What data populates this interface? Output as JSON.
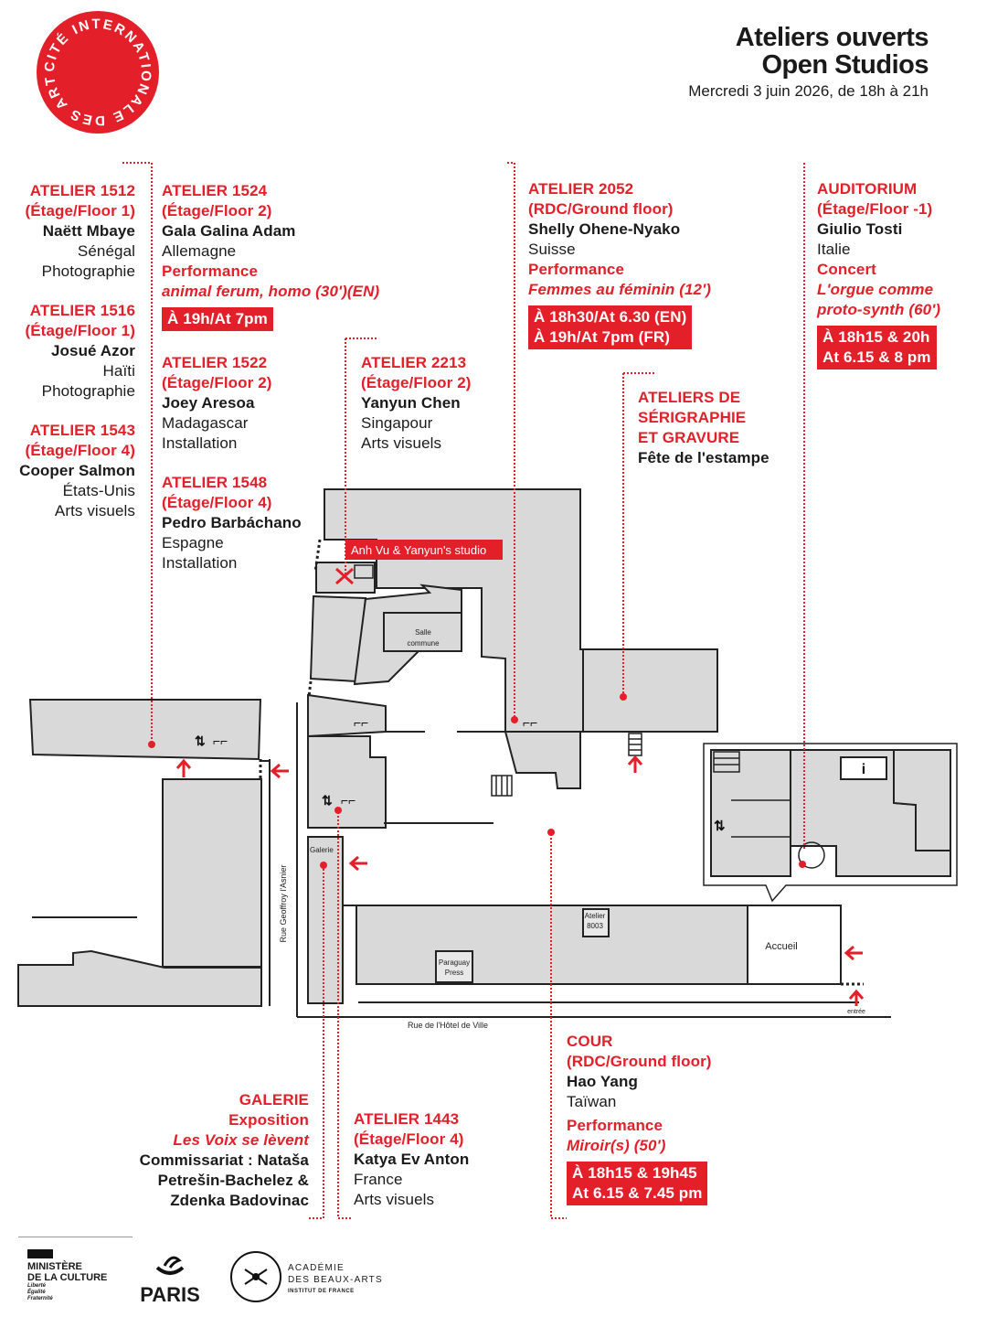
{
  "header": {
    "title_fr": "Ateliers ouverts",
    "title_en": "Open Studios",
    "date": "Mercredi 3 juin 2026, de 18h à 21h"
  },
  "logo": {
    "ring_text": "CITÉ INTERNATIONALE DES ARTS",
    "brand_color": "#e3202a"
  },
  "atelier_1512": {
    "title": "ATELIER 1512",
    "floor": "(Étage/Floor 1)",
    "artist": "Naëtt Mbaye",
    "country": "Sénégal",
    "discipline": "Photographie"
  },
  "atelier_1516": {
    "title": "ATELIER 1516",
    "floor": "(Étage/Floor 1)",
    "artist": "Josué Azor",
    "country": "Haïti",
    "discipline": "Photographie"
  },
  "atelier_1543": {
    "title": "ATELIER 1543",
    "floor": "(Étage/Floor 4)",
    "artist": "Cooper Salmon",
    "country": "États-Unis",
    "discipline": "Arts visuels"
  },
  "atelier_1524": {
    "title": "ATELIER 1524",
    "floor": "(Étage/Floor 2)",
    "artist": "Gala Galina Adam",
    "country": "Allemagne",
    "discipline": "Performance",
    "work": "animal ferum, homo (30')(EN)",
    "time": "À 19h/At 7pm"
  },
  "atelier_1522": {
    "title": "ATELIER 1522",
    "floor": "(Étage/Floor 2)",
    "artist": "Joey Aresoa",
    "country": "Madagascar",
    "discipline": "Installation"
  },
  "atelier_1548": {
    "title": "ATELIER 1548",
    "floor": "(Étage/Floor 4)",
    "artist": "Pedro Barbáchano",
    "country": "Espagne",
    "discipline": "Installation"
  },
  "atelier_2213": {
    "title": "ATELIER 2213",
    "floor": "(Étage/Floor 2)",
    "artist": "Yanyun Chen",
    "country": "Singapour",
    "discipline": "Arts visuels"
  },
  "atelier_2052": {
    "title": "ATELIER 2052",
    "floor": "(RDC/Ground floor)",
    "artist": "Shelly Ohene-Nyako",
    "country": "Suisse",
    "discipline": "Performance",
    "work": "Femmes au féminin (12')",
    "time_1": "À 18h30/At 6.30 (EN)",
    "time_2": "À 19h/At 7pm (FR)"
  },
  "serigraphie": {
    "title_1": "ATELIERS DE",
    "title_2": "SÉRIGRAPHIE",
    "title_3": "ET GRAVURE",
    "event": "Fête de l'estampe"
  },
  "auditorium": {
    "title": "AUDITORIUM",
    "floor": "(Étage/Floor -1)",
    "artist": "Giulio Tosti",
    "country": "Italie",
    "discipline": "Concert",
    "work_1": "L'orgue comme",
    "work_2": "proto-synth (60')",
    "time_1": "À 18h15 & 20h",
    "time_2": "At 6.15 & 8 pm"
  },
  "cour": {
    "title": "COUR",
    "floor": "(RDC/Ground floor)",
    "artist": "Hao Yang",
    "country": "Taïwan",
    "discipline": "Performance",
    "work": "Miroir(s) (50')",
    "time_1": "À 18h15 & 19h45",
    "time_2": "At 6.15 & 7.45 pm"
  },
  "galerie": {
    "title": "GALERIE",
    "discipline": "Exposition",
    "work": "Les Voix se lèvent",
    "curators_1": "Commissariat : Nataša",
    "curators_2": "Petrešin-Bachelez &",
    "curators_3": "Zdenka Badovinac"
  },
  "atelier_1443": {
    "title": "ATELIER 1443",
    "floor": "(Étage/Floor 4)",
    "artist": "Katya Ev Anton",
    "country": "France",
    "discipline": "Arts visuels"
  },
  "map": {
    "studio_label": "Anh Vu & Yanyun's studio",
    "salle_1": "Salle",
    "salle_2": "commune",
    "street_left": "Rue Geoffroy l'Asnier",
    "street_bottom": "Rue de l'Hôtel de Ville",
    "galerie": "Galerie",
    "atelier_8003_1": "Atelier",
    "atelier_8003_2": "8003",
    "paraguay_1": "Paraguay",
    "paraguay_2": "Press",
    "accueil": "Accueil",
    "entree": "entrée",
    "info": "i"
  },
  "footer": {
    "ministere_1": "MINISTÈRE",
    "ministere_2": "DE LA CULTURE",
    "ministere_3": "Liberté",
    "ministere_4": "Égalité",
    "ministere_5": "Fraternité",
    "paris": "PARIS",
    "academie_1": "ACADÉMIE",
    "academie_2": "DES BEAUX-ARTS",
    "academie_3": "INSTITUT DE FRANCE"
  }
}
